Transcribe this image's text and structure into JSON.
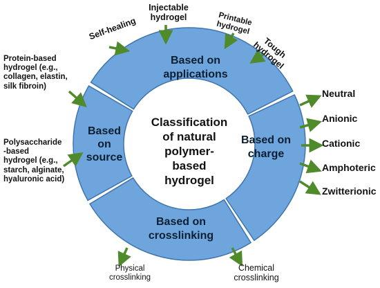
{
  "colors": {
    "segment_fill": "#6fa5dd",
    "segment_stroke": "#3f74ad",
    "arrow": "#4f8a2b"
  },
  "center": {
    "lines": [
      "Classification",
      "of natural",
      "polymer-",
      "based",
      "hydrogel"
    ]
  },
  "segments": {
    "applications": [
      "Based on",
      "applications"
    ],
    "charge": [
      "Based on",
      "charge"
    ],
    "crosslinking": [
      "Based on",
      "crosslinking"
    ],
    "source": [
      "Based",
      "on",
      "source"
    ]
  },
  "applications_items": {
    "self_healing": [
      "Self-healing"
    ],
    "injectable": [
      "Injectable",
      "hydrogel"
    ],
    "printable": [
      "Printable",
      "hydrogel"
    ],
    "tough": [
      "Tough",
      "hydrogel"
    ]
  },
  "charge_items": [
    "Neutral",
    "Anionic",
    "Cationic",
    "Amphoteric",
    "Zwitterionic"
  ],
  "source_items": {
    "protein": [
      "Protein-based",
      "hydrogel (e.g.,",
      "collagen, elastin,",
      "silk fibroin)"
    ],
    "polysaccharide": [
      "Polysaccharide",
      "-based",
      "hydrogel (e.g.,",
      "starch, alginate,",
      "hyaluronic acid)"
    ]
  },
  "crosslinking_items": {
    "physical": [
      "Physical",
      "crosslinking"
    ],
    "chemical": [
      "Chemical",
      "crosslinking"
    ]
  }
}
